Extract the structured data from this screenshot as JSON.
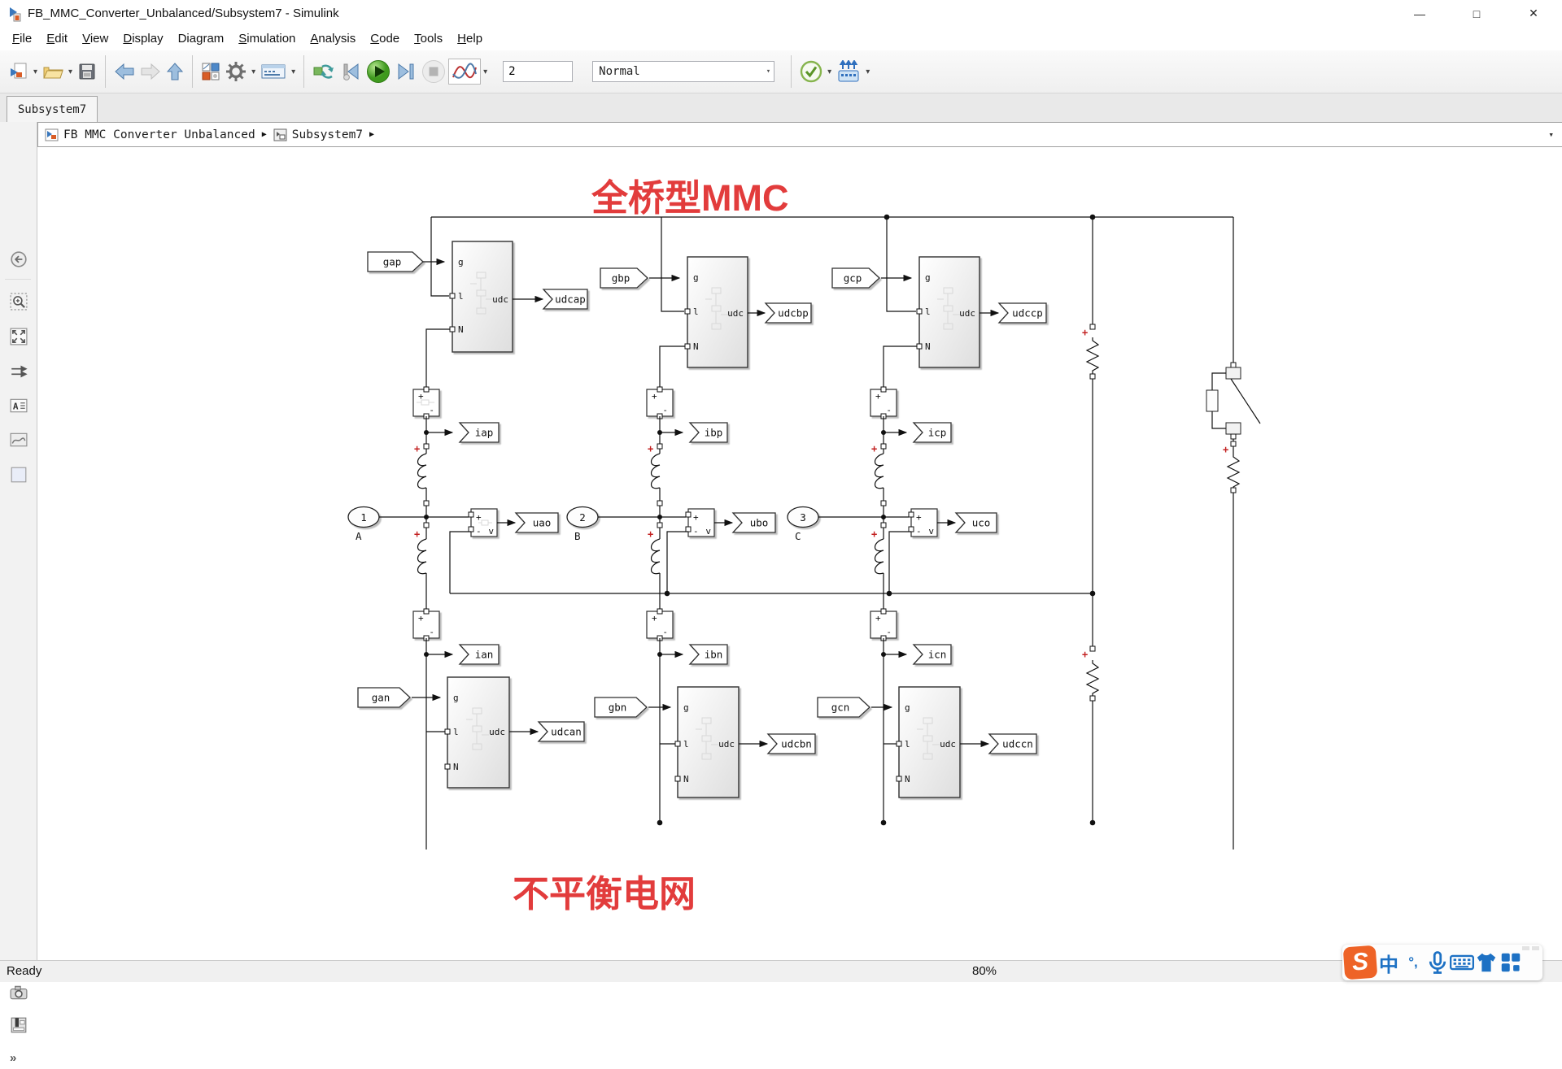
{
  "window": {
    "title": "FB_MMC_Converter_Unbalanced/Subsystem7 - Simulink",
    "tab": "Subsystem7"
  },
  "menu": {
    "items": [
      {
        "label": "File",
        "accel": 0
      },
      {
        "label": "Edit",
        "accel": 0
      },
      {
        "label": "View",
        "accel": 0
      },
      {
        "label": "Display",
        "accel": 0
      },
      {
        "label": "Diagram",
        "accel": 3
      },
      {
        "label": "Simulation",
        "accel": 0
      },
      {
        "label": "Analysis",
        "accel": 0
      },
      {
        "label": "Code",
        "accel": 0
      },
      {
        "label": "Tools",
        "accel": 0
      },
      {
        "label": "Help",
        "accel": 0
      }
    ]
  },
  "toolbar": {
    "sim_stop_time": "2",
    "sim_mode": "Normal"
  },
  "breadcrumb": {
    "items": [
      "FB MMC Converter Unbalanced",
      "Subsystem7"
    ]
  },
  "statusbar": {
    "ready": "Ready",
    "zoom": "80%"
  },
  "annotations": {
    "top": "全桥型MMC",
    "bottom": "不平衡电网",
    "color": "#e23c3c"
  },
  "icons": {
    "annotation_letter": "A",
    "expand": "»",
    "sogou": "S",
    "ime_mode": "中",
    "punct": "°,"
  },
  "diagram": {
    "port_labels": {
      "gate": "g",
      "input": "l",
      "neutral": "N",
      "output": "udc",
      "volt": "v",
      "plus": "+",
      "minus": "-"
    },
    "phases": [
      {
        "number": "1",
        "letter": "A",
        "gate_top": "gap",
        "cap_top": "udcap",
        "current_top": "iap",
        "voltage": "uao",
        "current_bottom": "ian",
        "gate_bottom": "gan",
        "cap_bottom": "udcan"
      },
      {
        "number": "2",
        "letter": "B",
        "gate_top": "gbp",
        "cap_top": "udcbp",
        "current_top": "ibp",
        "voltage": "ubo",
        "current_bottom": "ibn",
        "gate_bottom": "gbn",
        "cap_bottom": "udcbn"
      },
      {
        "number": "3",
        "letter": "C",
        "gate_top": "gcp",
        "cap_top": "udccp",
        "current_top": "icp",
        "voltage": "uco",
        "current_bottom": "icn",
        "gate_bottom": "gcn",
        "cap_bottom": "udccn"
      }
    ]
  }
}
